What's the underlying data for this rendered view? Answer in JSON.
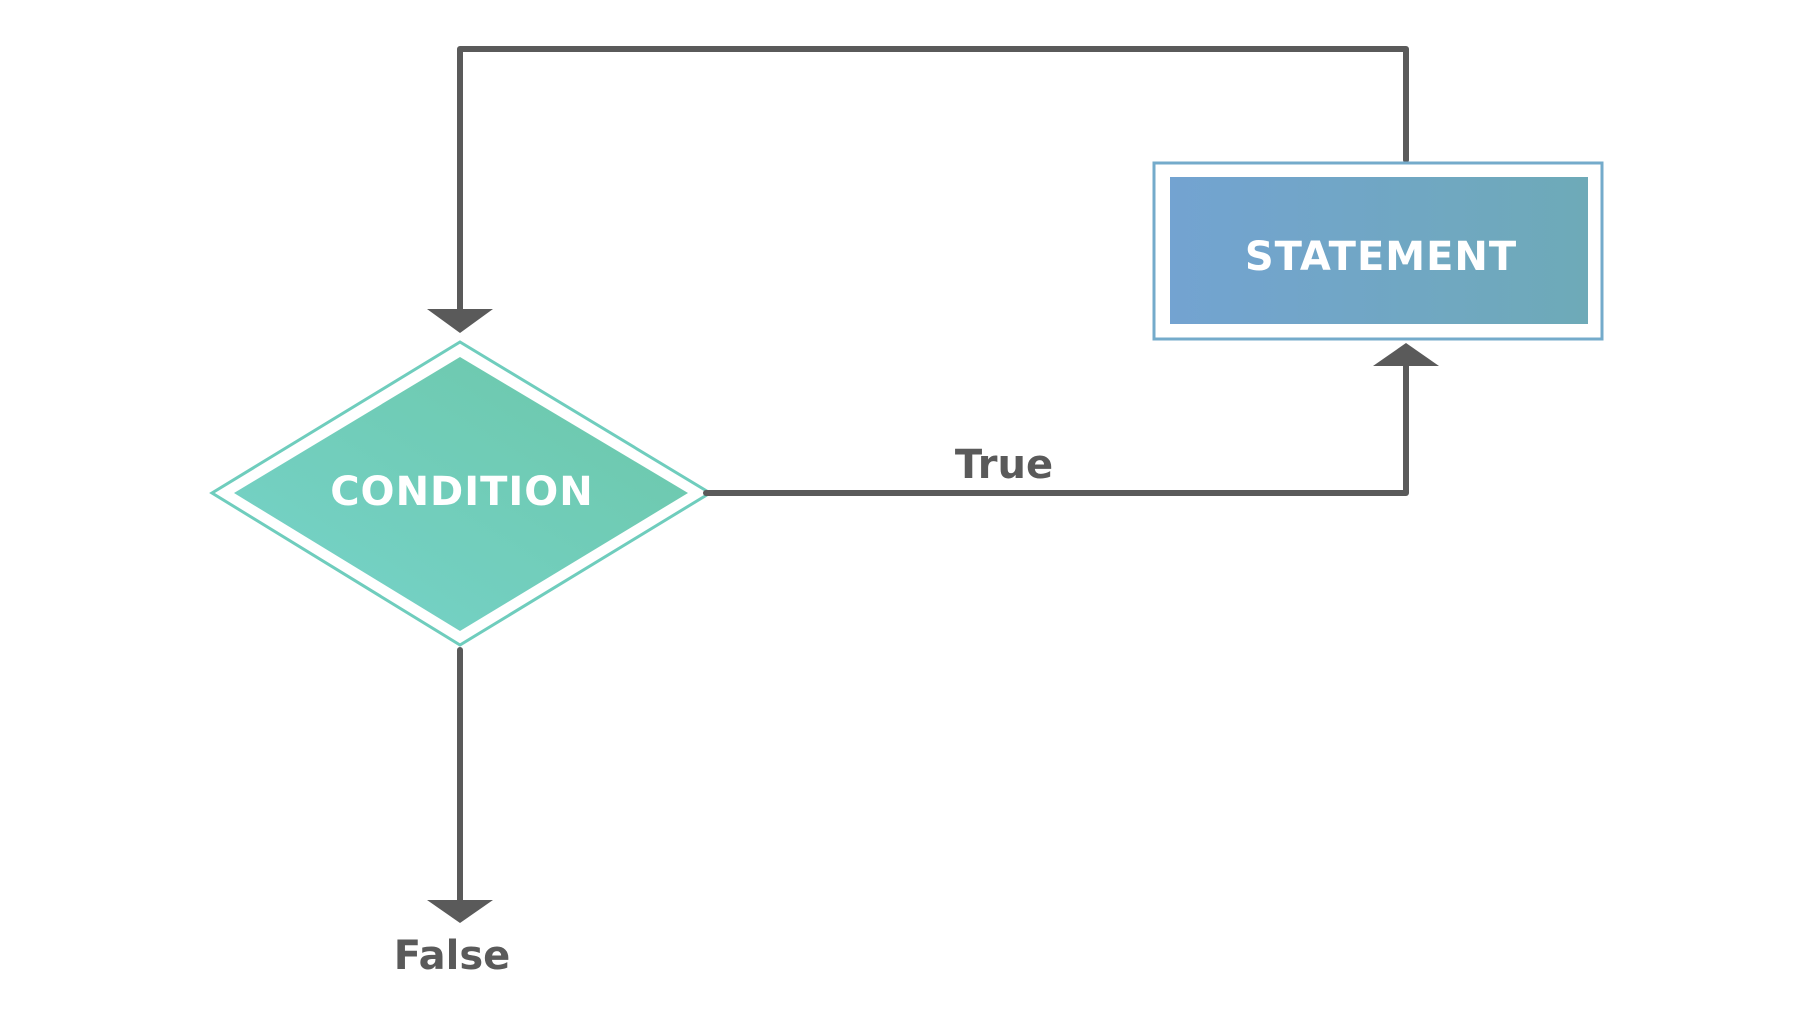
{
  "diagram": {
    "type": "flowchart",
    "nodes": {
      "condition": {
        "shape": "diamond",
        "label": "CONDITION",
        "gradient_start": "#76d3cb",
        "gradient_end": "#6cc7a8",
        "border_color": "#6fcdbd"
      },
      "statement": {
        "shape": "rectangle",
        "label": "STATEMENT",
        "gradient_start": "#73a3d1",
        "gradient_end": "#6eaab8",
        "border_color": "#74abcb"
      }
    },
    "edges": [
      {
        "from": "condition",
        "to": "statement",
        "label": "True"
      },
      {
        "from": "statement",
        "to": "condition",
        "label": ""
      },
      {
        "from": "condition",
        "to": "exit",
        "label": "False"
      }
    ],
    "labels": {
      "true_label": "True",
      "false_label": "False"
    },
    "colors": {
      "connector": "#5a5a5a",
      "background": "#ffffff"
    }
  }
}
